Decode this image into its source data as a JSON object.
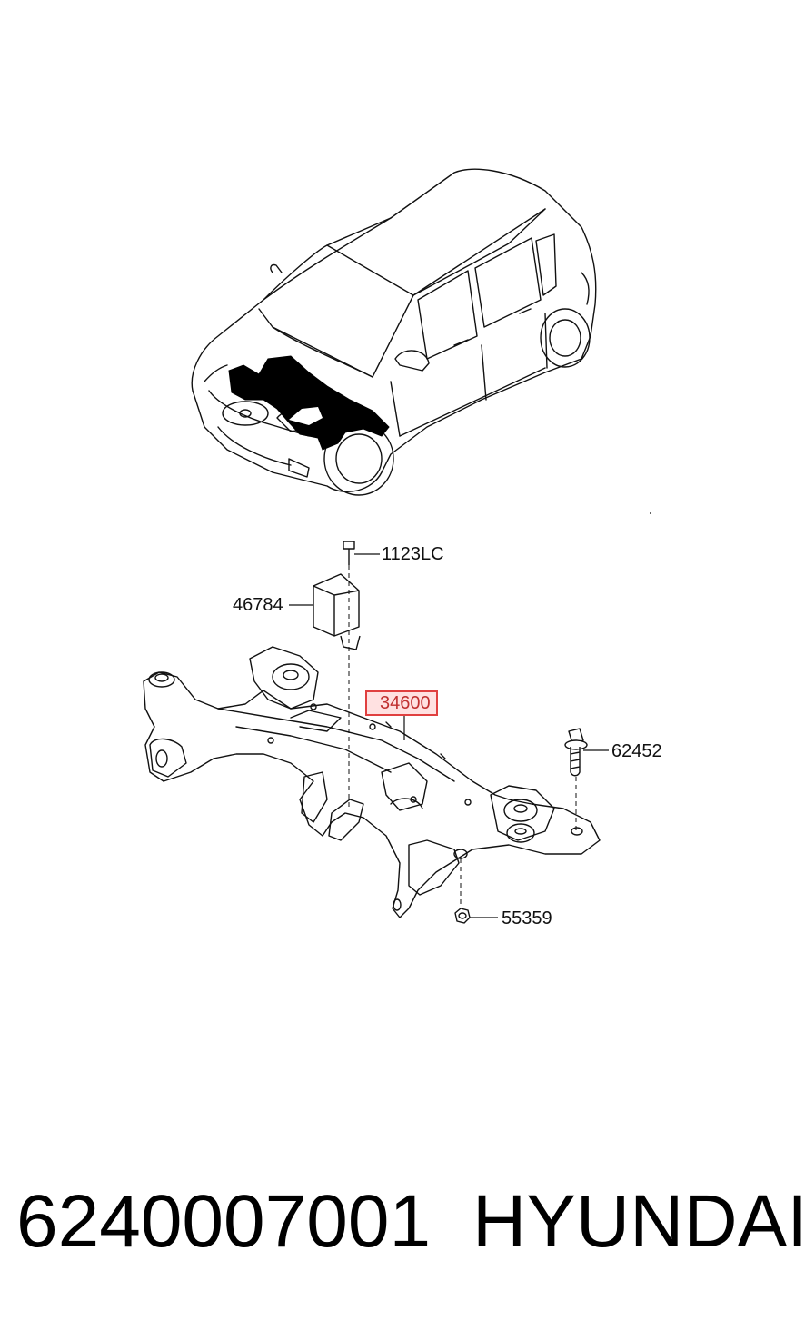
{
  "callouts": {
    "bolt": "1123LC",
    "bracket": "46784",
    "crossmember": "34600",
    "flange_bolt": "62452",
    "nut": "55359"
  },
  "footer": {
    "part_number": "6240007001",
    "brand": "HYUNDAI"
  },
  "colors": {
    "line": "#111111",
    "highlight_border": "#e04040",
    "highlight_fill": "#ffc8c8",
    "highlight_text": "#c03030"
  }
}
